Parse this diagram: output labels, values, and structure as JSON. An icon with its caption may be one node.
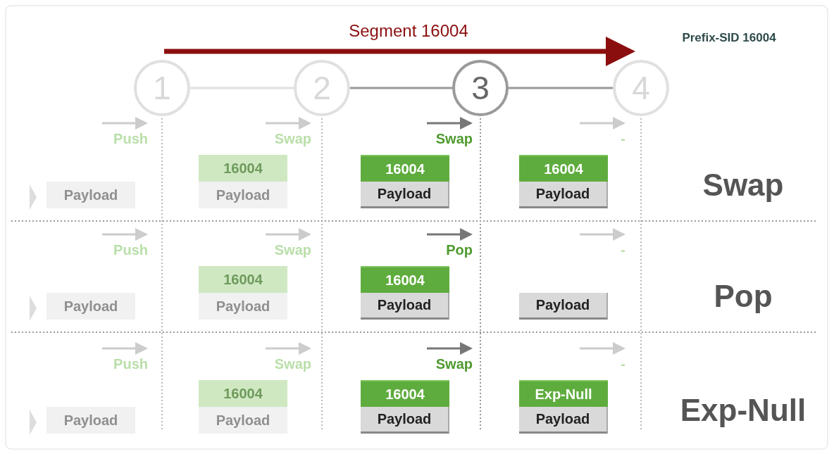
{
  "diagram": {
    "nodes": [
      {
        "text": [
          "1"
        ]
      },
      {
        "text": [
          "2"
        ]
      },
      {
        "text": [
          "3"
        ]
      },
      {
        "text": [
          "4"
        ]
      },
      {
        "text": [
          "Payload"
        ]
      },
      {
        "text": [
          "16004"
        ]
      },
      {
        "text": [
          "Payload"
        ]
      },
      {
        "text": [
          "16004"
        ]
      },
      {
        "text": [
          "Payload"
        ]
      },
      {
        "text": [
          "16004"
        ]
      },
      {
        "text": [
          "Payload"
        ]
      },
      {
        "text": [
          "Payload"
        ]
      },
      {
        "text": [
          "16004"
        ]
      },
      {
        "text": [
          "Payload"
        ]
      },
      {
        "text": [
          "16004"
        ]
      },
      {
        "text": [
          "Payload"
        ]
      },
      {
        "text": [
          "Payload"
        ]
      },
      {
        "text": [
          "Payload"
        ]
      },
      {
        "text": [
          "16004"
        ]
      },
      {
        "text": [
          "Payload"
        ]
      },
      {
        "text": [
          "16004"
        ]
      },
      {
        "text": [
          "Payload"
        ]
      },
      {
        "text": [
          "Exp-Null"
        ]
      },
      {
        "text": [
          "Payload"
        ]
      }
    ],
    "edges": [
      {
        "from": 0,
        "to": 1,
        "arrow": "none"
      },
      {
        "from": 1,
        "to": 2,
        "arrow": "none"
      },
      {
        "from": 2,
        "to": 3,
        "arrow": "none"
      }
    ],
    "labels": [
      "Segment 16004",
      "Prefix-SID 16004",
      "Push",
      "Swap",
      "Swap",
      "-",
      "Swap",
      "Push",
      "Swap",
      "Pop",
      "-",
      "Pop",
      "Push",
      "Swap",
      "Swap",
      "-",
      "Exp-Null"
    ]
  }
}
